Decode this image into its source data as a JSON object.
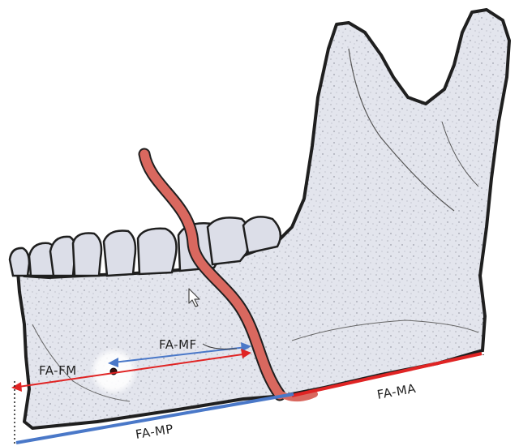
{
  "labels": {
    "fa_mf": "FA-MF",
    "fa_fm": "FA-FM",
    "fa_ma": "FA-MA",
    "fa_mp": "FA-MP"
  },
  "colors": {
    "bone_fill": "#e4e6ee",
    "outline": "#1f1f1f",
    "artery": "#d9685f",
    "measure_red": "#e02424",
    "measure_blue": "#4a78c8",
    "tooth_fill": "#dadce6"
  }
}
